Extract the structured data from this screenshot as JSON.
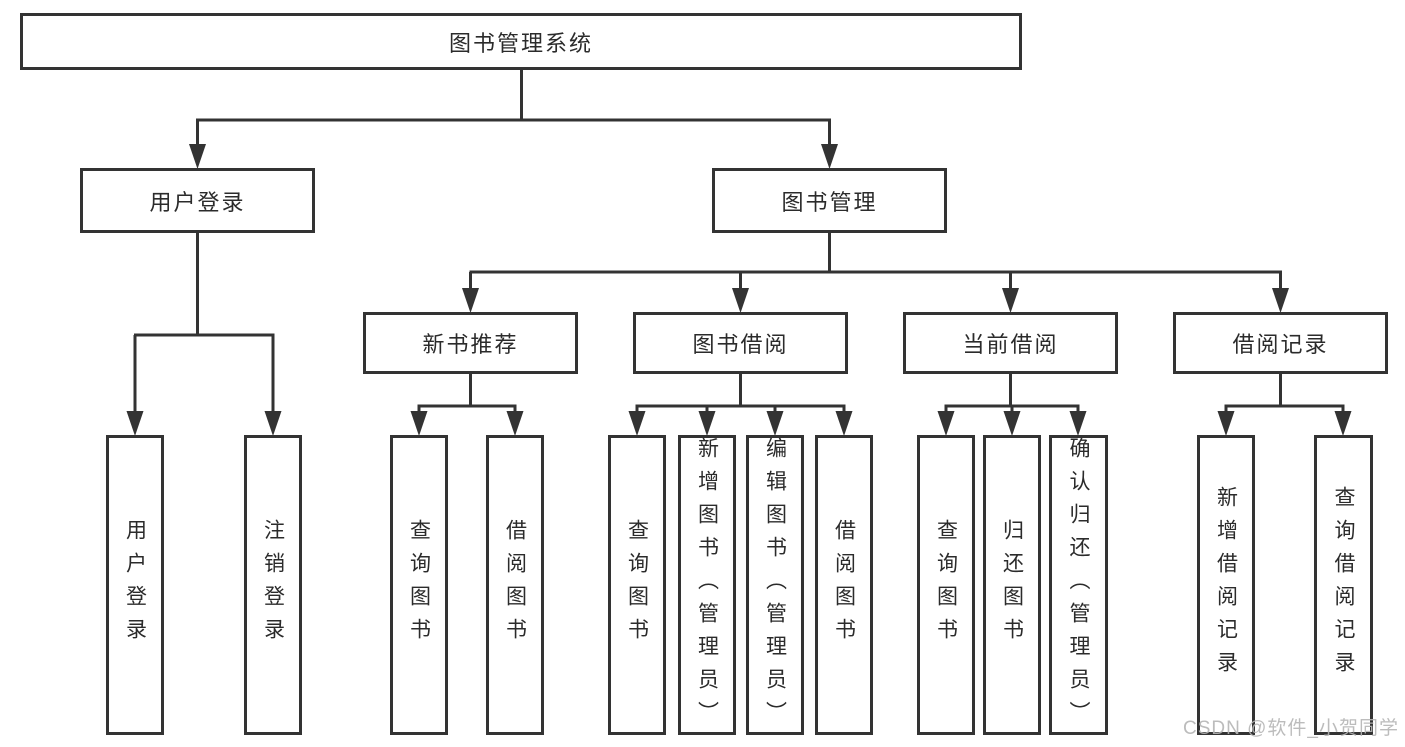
{
  "diagram": {
    "root": {
      "label": "图书管理系统"
    },
    "branches": [
      {
        "label": "用户登录",
        "children": [
          {
            "label": "用户登录"
          },
          {
            "label": "注销登录"
          }
        ]
      },
      {
        "label": "图书管理",
        "children": [
          {
            "label": "新书推荐",
            "children": [
              {
                "label": "查询图书"
              },
              {
                "label": "借阅图书"
              }
            ]
          },
          {
            "label": "图书借阅",
            "children": [
              {
                "label": "查询图书"
              },
              {
                "label": "新增图书（管理员）"
              },
              {
                "label": "编辑图书（管理员）"
              },
              {
                "label": "借阅图书"
              }
            ]
          },
          {
            "label": "当前借阅",
            "children": [
              {
                "label": "查询图书"
              },
              {
                "label": "归还图书"
              },
              {
                "label": "确认归还（管理员）"
              }
            ]
          },
          {
            "label": "借阅记录",
            "children": [
              {
                "label": "新增借阅记录"
              },
              {
                "label": "查询借阅记录"
              }
            ]
          }
        ]
      }
    ]
  },
  "watermark": {
    "text": "CSDN @软件_小贺同学"
  },
  "colors": {
    "line": "#333333",
    "box_border": "#333333",
    "text": "#2b2b2b",
    "watermark": "#b5b5b5",
    "background": "#ffffff"
  }
}
